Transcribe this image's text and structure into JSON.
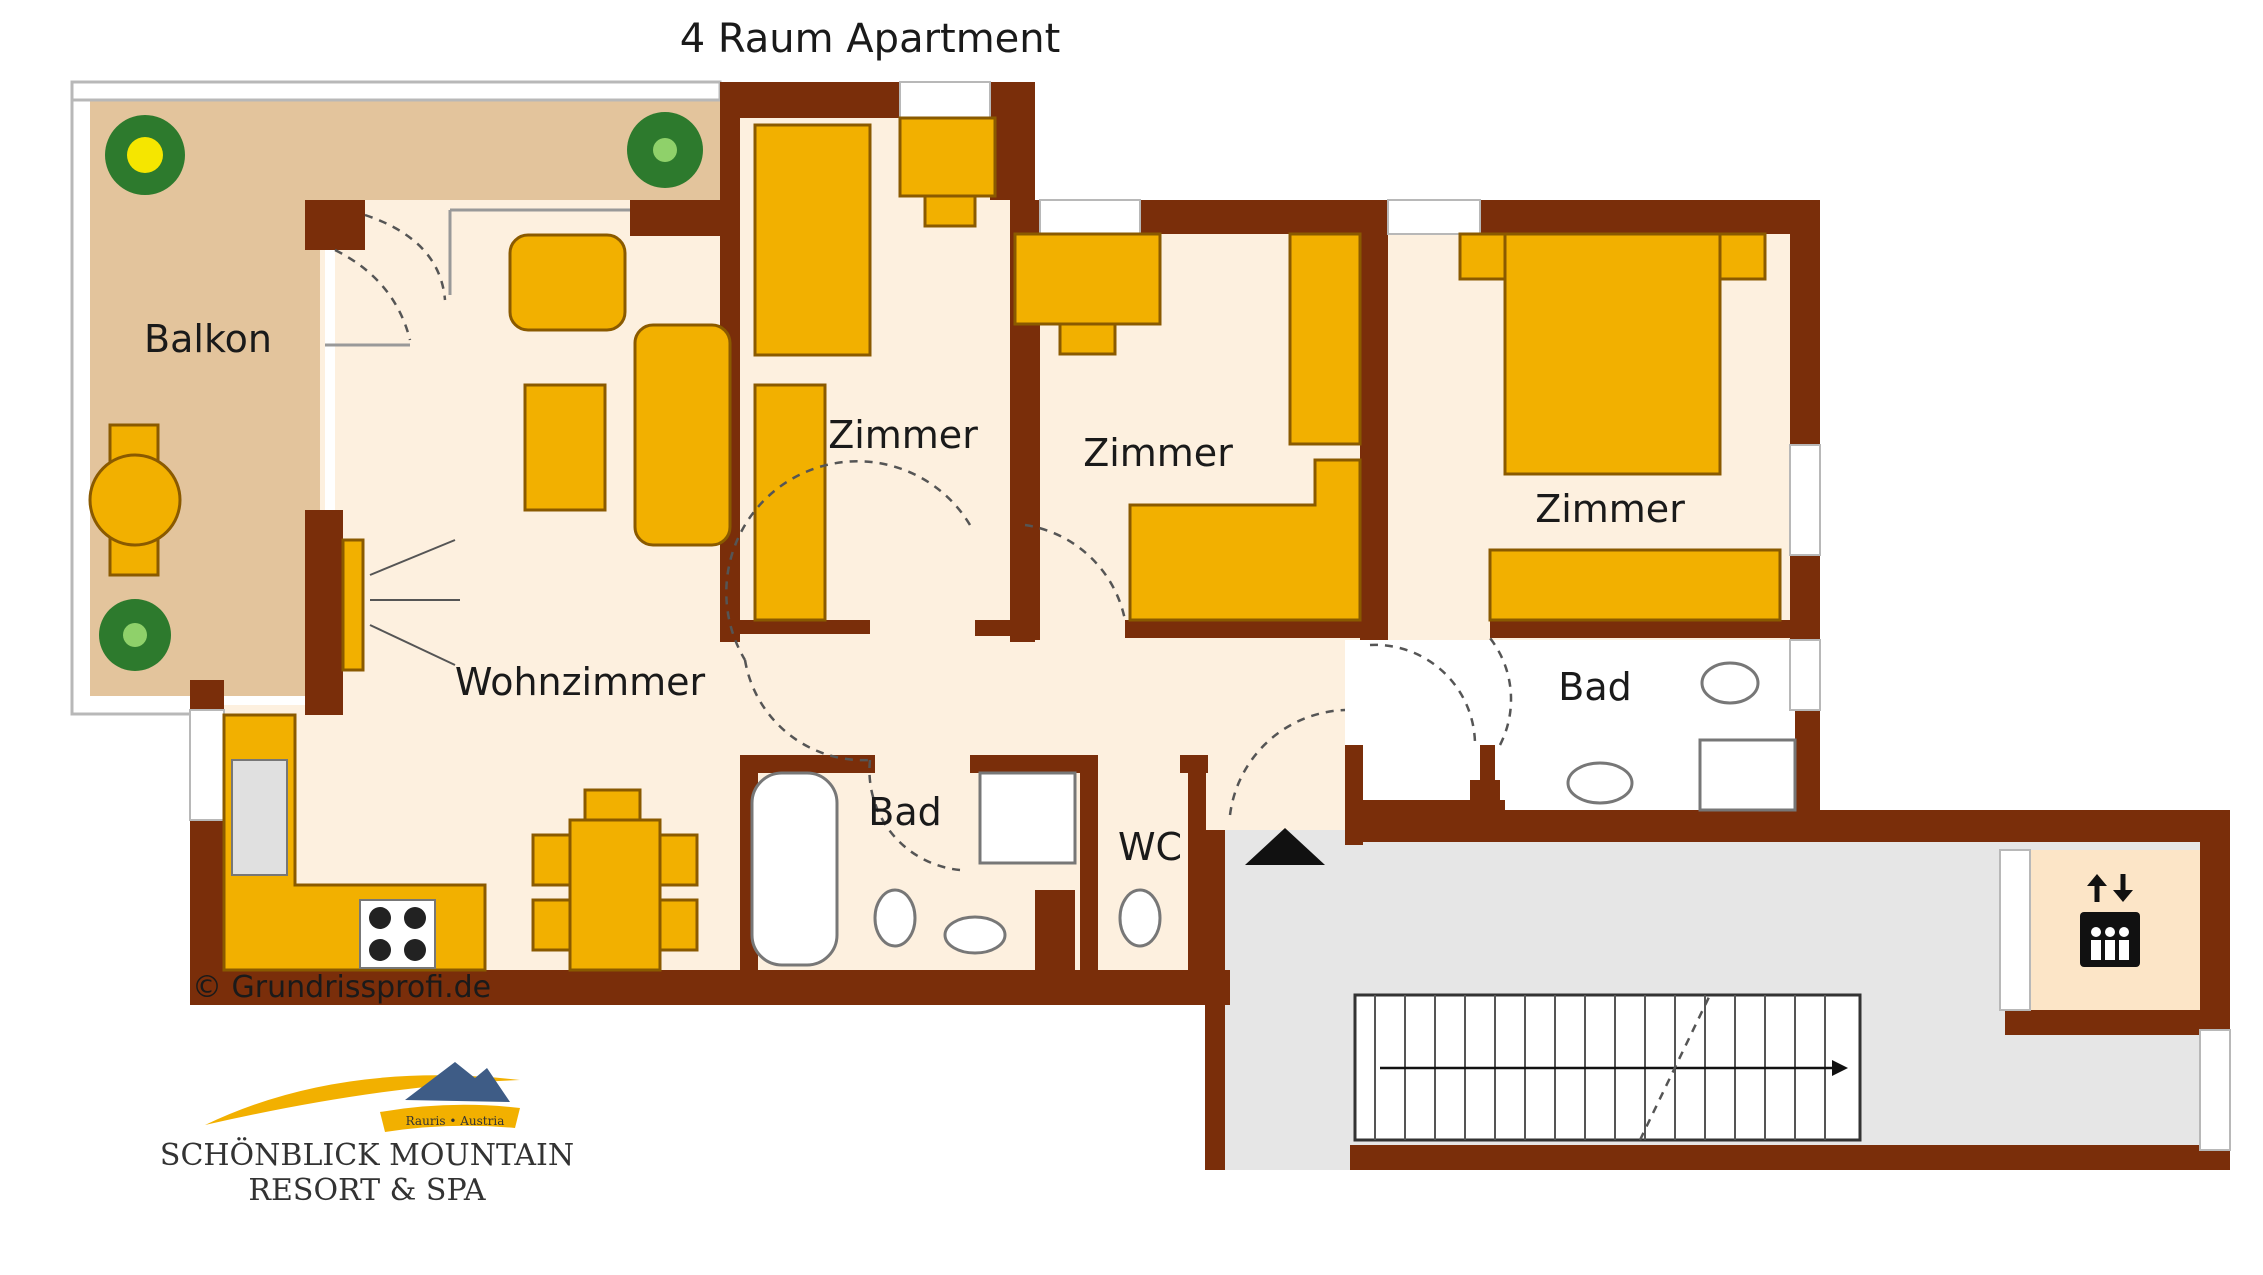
{
  "title": "4 Raum Apartment",
  "rooms": {
    "balkon": "Balkon",
    "wohnzimmer": "Wohnzimmer",
    "zimmer1": "Zimmer",
    "zimmer2": "Zimmer",
    "zimmer3": "Zimmer",
    "bad1": "Bad",
    "bad2": "Bad",
    "wc": "WC"
  },
  "copyright": "© Grundrissprofi.de",
  "logo": {
    "line1": "SCHÖNBLICK MOUNTAIN",
    "line2": "RESORT & SPA",
    "tag": "Rauris • Austria"
  },
  "colors": {
    "wall": "#7a2e0a",
    "floor": "#fdf0df",
    "balcony": "#e3c49c",
    "furniture": "#f2b000",
    "stair_area": "#e6e6e6"
  },
  "icons": {
    "plant": "plant-icon",
    "elevator": "elevator-icon",
    "entrance": "entrance-arrow-icon"
  }
}
